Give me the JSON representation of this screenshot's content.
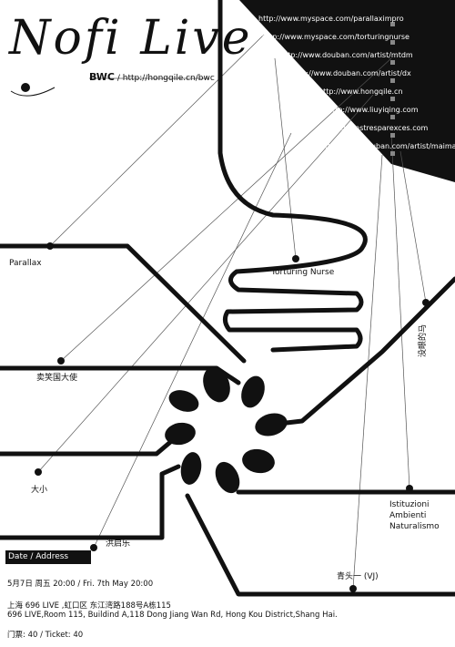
{
  "header": {
    "title": "Nofi Live",
    "org": "BWC",
    "org_url": "http://hongqile.cn/bwc"
  },
  "links": [
    "http://www.myspace.com/parallaximpro",
    "http://www.myspace.com/torturingnurse",
    "http://www.douban.com/artist/mtdm",
    "http://www.douban.com/artist/dx",
    "http://www.hongqile.cn",
    "http://www.liuyiqing.com",
    "www.monstresparexces.com",
    "http://www.douban.com/artist/maimai"
  ],
  "artists": {
    "parallax": "Parallax",
    "torturing_nurse": "Torturing Nurse",
    "mai_xiao": "卖笑国大使",
    "da_xiao": "大小",
    "hong_qi_le": "洪启乐",
    "mo_ci_ma": "没眼的马",
    "istituzioni": [
      "Istituzioni",
      "Ambienti",
      "Naturalismo"
    ],
    "qing_tou": "青头一 (VJ)"
  },
  "event": {
    "date_address_label": "Date / Address",
    "date": "5月7日 周五  20:00  /  Fri. 7th May 20:00",
    "address_cn": "上海 696 LIVE ,虹口区 东江湾路188号A栋115",
    "address_en": "696 LIVE,Room 115, Buildind A,118 Dong Jiang Wan Rd, Hong Kou District,Shang Hai.",
    "ticket": "门票: 40 / Ticket: 40"
  },
  "colors": {
    "ink": "#111111",
    "paper": "#ffffff"
  }
}
